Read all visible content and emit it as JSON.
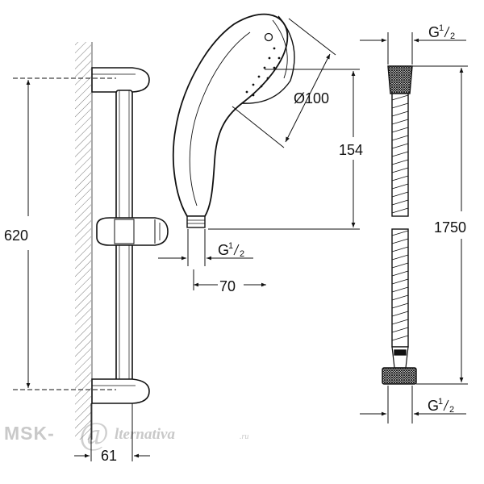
{
  "dimensions": {
    "bar_height": "620",
    "bar_depth": "61",
    "hand_shower_length": "154",
    "hand_shower_diameter": "Ø100",
    "hand_shower_depth": "70",
    "hose_length": "1750",
    "thread_hand_shower": {
      "letter": "G",
      "num": "1",
      "den": "2"
    },
    "thread_hose_top": {
      "letter": "G",
      "num": "1",
      "den": "2"
    },
    "thread_hose_bottom": {
      "letter": "G",
      "num": "1",
      "den": "2"
    }
  },
  "watermark": {
    "prefix": "MSK-",
    "at_sign": "@",
    "suffix": "lternativa",
    "domain": ".ru"
  }
}
